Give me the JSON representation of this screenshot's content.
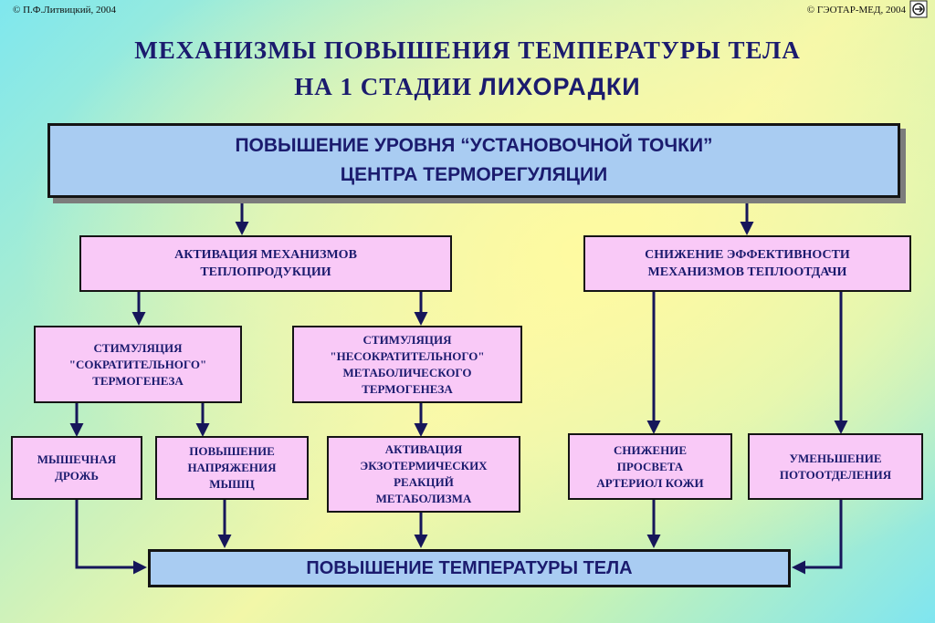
{
  "header": {
    "copyright_left": "© П.Ф.Литвицкий, 2004",
    "copyright_right": "© ГЭОТАР-МЕД, 2004",
    "title_line1": "МЕХАНИЗМЫ  ПОВЫШЕНИЯ  ТЕМПЕРАТУРЫ  ТЕЛА",
    "title_line2_prefix": "НА  1  СТАДИИ ",
    "title_line2_emph": "ЛИХОРАДКИ"
  },
  "diagram": {
    "top": "ПОВЫШЕНИЕ   УРОВНЯ   “УСТАНОВОЧНОЙ ТОЧКИ”\nЦЕНТРА   ТЕРМОРЕГУЛЯЦИИ",
    "heat_production": "АКТИВАЦИЯ  МЕХАНИЗМОВ\nТЕПЛОПРОДУКЦИИ",
    "heat_loss": "СНИЖЕНИЕ ЭФФЕКТИВНОСТИ\nМЕХАНИЗМОВ ТЕПЛООТДАЧИ",
    "contractile": "СТИМУЛЯЦИЯ\n\"СОКРАТИТЕЛЬНОГО\"\nТЕРМОГЕНЕЗА",
    "noncontractile": "СТИМУЛЯЦИЯ\n\"НЕСОКРАТИТЕЛЬНОГО\"\nМЕТАБОЛИЧЕСКОГО\nТЕРМОГЕНЕЗА",
    "shivering": "МЫШЕЧНАЯ\nДРОЖЬ",
    "muscle_tone": "ПОВЫШЕНИЕ\nНАПРЯЖЕНИЯ\nМЫШЦ",
    "exothermic": "АКТИВАЦИЯ\nЭКЗОТЕРМИЧЕСКИХ\nРЕАКЦИЙ\nМЕТАБОЛИЗМА",
    "arterioles": "СНИЖЕНИЕ\nПРОСВЕТА\nАРТЕРИОЛ КОЖИ",
    "sweating": "УМЕНЬШЕНИЕ\nПОТООТДЕЛЕНИЯ",
    "result": "ПОВЫШЕНИЕ   ТЕМПЕРАТУРЫ   ТЕЛА"
  },
  "colors": {
    "box_blue": "#a9ccf2",
    "box_pink": "#f9c9f7",
    "text": "#1b1b6e",
    "arrow": "#16165a"
  }
}
